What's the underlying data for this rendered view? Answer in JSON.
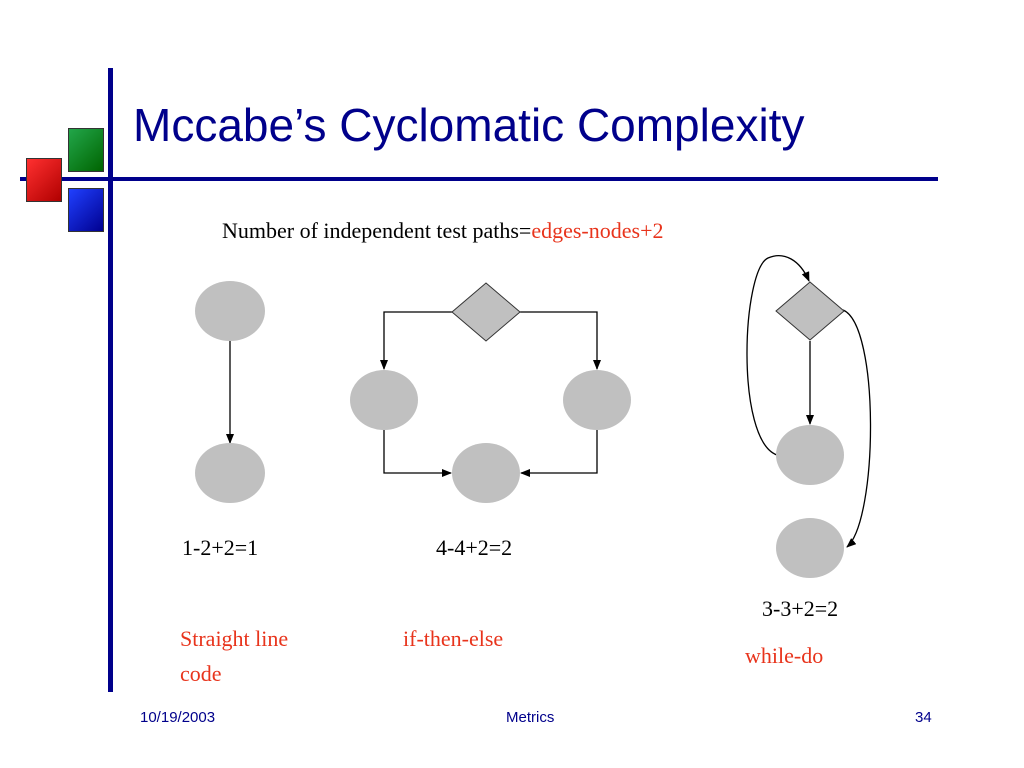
{
  "slide": {
    "title": "Mccabe’s Cyclomatic Complexity",
    "formula_prefix": "Number of independent test paths=",
    "formula_highlight": "edges-nodes+2"
  },
  "examples": {
    "straight": {
      "calc": "1-2+2=1",
      "name_line1": "Straight line",
      "name_line2": "code"
    },
    "ifelse": {
      "calc": "4-4+2=2",
      "name": "if-then-else"
    },
    "whiledo": {
      "calc": "3-3+2=2",
      "name": "while-do"
    }
  },
  "footer": {
    "date": "10/19/2003",
    "topic": "Metrics",
    "page": "34"
  },
  "colors": {
    "title": "#00008b",
    "accent_red": "#e8341c",
    "node_fill": "#c0c0c0",
    "square_red": "#e00000",
    "square_green": "#008000",
    "square_blue": "#0000e0"
  }
}
